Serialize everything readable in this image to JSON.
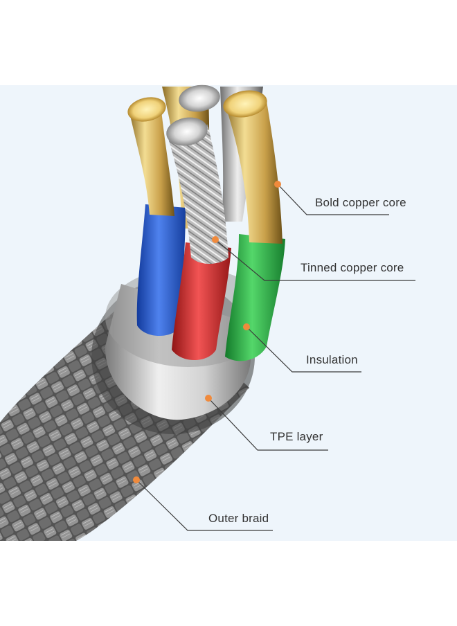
{
  "colors": {
    "background": "#ffffff",
    "panel": "#eef5fb",
    "marker": "#f08a3c",
    "leader": "#3a3a3a",
    "gold": "#d9b45a",
    "blue_insulation": "#2b5fd0",
    "red_insulation": "#d83434",
    "green_insulation": "#34b84a",
    "tpe_silver": "#c9c9c9",
    "braid_grey": "#8a8a8a"
  },
  "callouts": [
    {
      "id": "bold-copper-core",
      "label": "Bold copper core"
    },
    {
      "id": "tinned-copper-core",
      "label": "Tinned copper core"
    },
    {
      "id": "insulation",
      "label": "Insulation"
    },
    {
      "id": "tpe-layer",
      "label": "TPE layer"
    },
    {
      "id": "outer-braid",
      "label": "Outer braid"
    }
  ]
}
